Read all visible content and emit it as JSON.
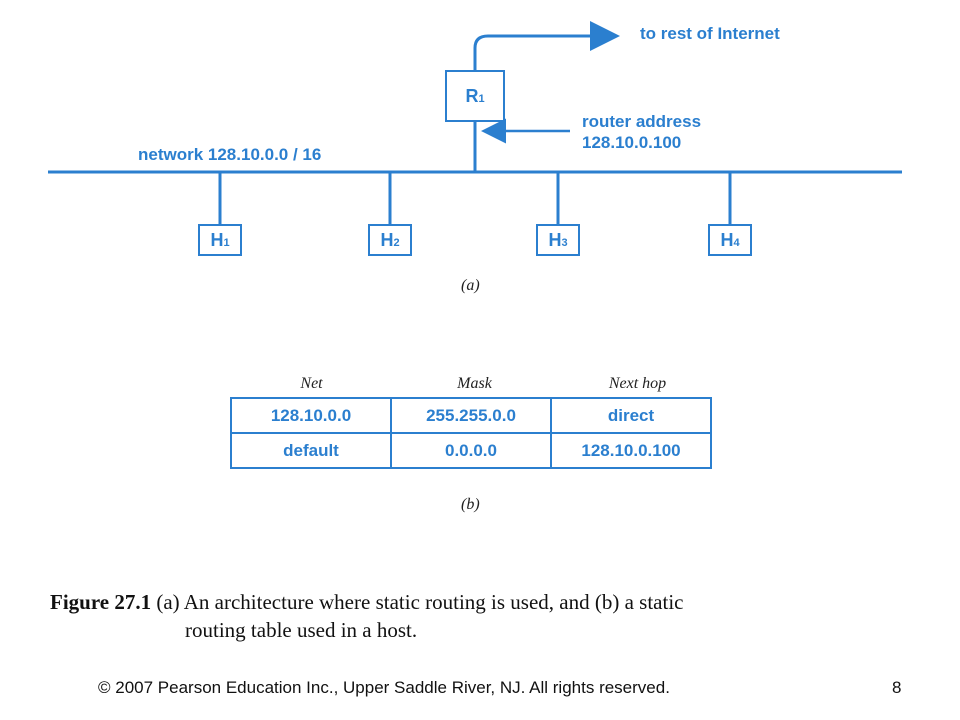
{
  "diagram": {
    "to_internet": "to rest of Internet",
    "router_label": "R",
    "router_sub": "1",
    "router_address_line1": "router address",
    "router_address_line2": "128.10.0.100",
    "network_label": "network 128.10.0.0 / 16",
    "hosts": [
      {
        "label": "H",
        "sub": "1"
      },
      {
        "label": "H",
        "sub": "2"
      },
      {
        "label": "H",
        "sub": "3"
      },
      {
        "label": "H",
        "sub": "4"
      }
    ],
    "part_a": "(a)"
  },
  "table": {
    "headers": [
      "Net",
      "Mask",
      "Next hop"
    ],
    "rows": [
      [
        "128.10.0.0",
        "255.255.0.0",
        "direct"
      ],
      [
        "default",
        "0.0.0.0",
        "128.10.0.100"
      ]
    ],
    "part_b": "(b)"
  },
  "caption": {
    "figure": "Figure 27.1",
    "line1": " (a) An architecture where static routing is used, and (b) a static",
    "line2": "routing table used in a host."
  },
  "footer": {
    "copyright": "© 2007 Pearson Education Inc., Upper Saddle River, NJ. All rights reserved.",
    "page_number": "8"
  },
  "colors": {
    "diagram_blue": "#2b7fcf"
  }
}
